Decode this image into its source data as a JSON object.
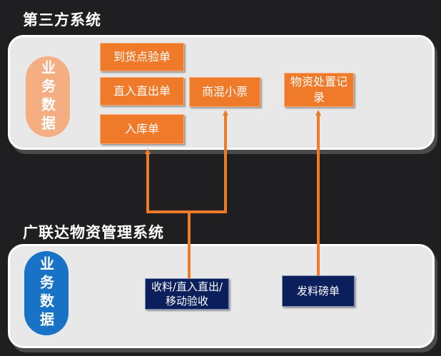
{
  "top_system": {
    "title": "第三方系统",
    "pill_label": "业务数据",
    "boxes": {
      "arrival": "到货点验单",
      "direct": "直入直出单",
      "warehouse": "入库单",
      "mixed": "商混小票",
      "disposal": "物资处置记录"
    }
  },
  "bottom_system": {
    "title": "广联达物资管理系统",
    "pill_label": "业务数据",
    "boxes": {
      "receiving": "收料/直入直出/移动验收",
      "dispatch": "发料磅单"
    }
  },
  "colors": {
    "orange": "#ee7a2a",
    "top_pill": "#f5ad82",
    "bottom_pill": "#1872c6",
    "navy": "#0b1f5c",
    "panel": "#e9e8e9",
    "background": "#1f1f21"
  }
}
